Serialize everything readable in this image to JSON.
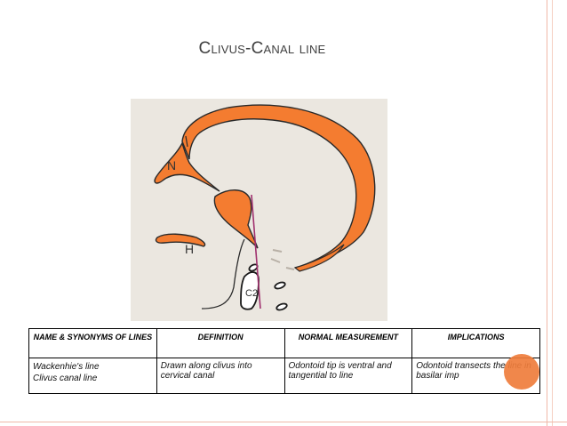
{
  "slide": {
    "title": "Clivus-Canal line",
    "colors": {
      "accent": "#f47c30",
      "border": "#f0b8a8",
      "figure_bg": "#ebe7e0"
    }
  },
  "figure": {
    "labels": {
      "n": "N",
      "h": "H",
      "c2": "C2"
    }
  },
  "table": {
    "headers": [
      "NAME & SYNONYMS OF LINES",
      "DEFINITION",
      "NORMAL MEASUREMENT",
      "IMPLICATIONS"
    ],
    "rows": [
      {
        "name": [
          "Wackenhie's line",
          "Clivus canal line"
        ],
        "definition": "Drawn along clivus into cervical canal",
        "normal": "Odontoid tip is ventral and tangential to line",
        "implications": "Odontoid transects the line in basilar imp"
      }
    ]
  }
}
